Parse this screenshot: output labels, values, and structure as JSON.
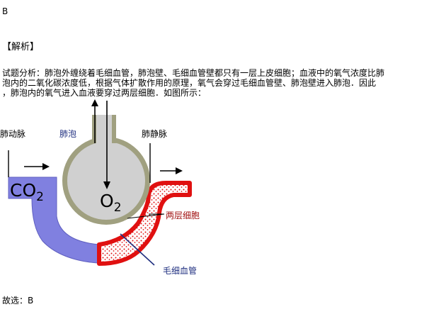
{
  "answer_top": "B",
  "section_heading": "【解析】",
  "analysis": {
    "line1": "试题分析：肺泡外缠绕着毛细血管，肺泡壁、毛细血管壁都只有一层上皮细胞；血液中的氧气浓度比肺",
    "line2": "泡内的二氧化碳浓度低，根据气体扩散作用的原理，氧气会穿过毛细血管壁、肺泡壁进入肺泡．因此",
    "line3": "，肺泡内的氧气进入血液要穿过两层细胞．如图所示："
  },
  "diagram": {
    "pulmonary_artery": "肺动脉",
    "alveolus": "肺泡",
    "pulmonary_vein": "肺静脉",
    "co2": "CO",
    "co2_sub": "2",
    "o2": "O",
    "o2_sub": "2",
    "two_layers": "两层细胞",
    "capillary": "毛细血管",
    "colors": {
      "co2_vessel": "#8080e0",
      "o2_vessel": "#e01010",
      "alveolus_fill": "#d0d0d0",
      "alveolus_wall": "#a0a080",
      "label_blue": "#203080",
      "label_red": "#a01010"
    }
  },
  "conclusion": "故选：B"
}
